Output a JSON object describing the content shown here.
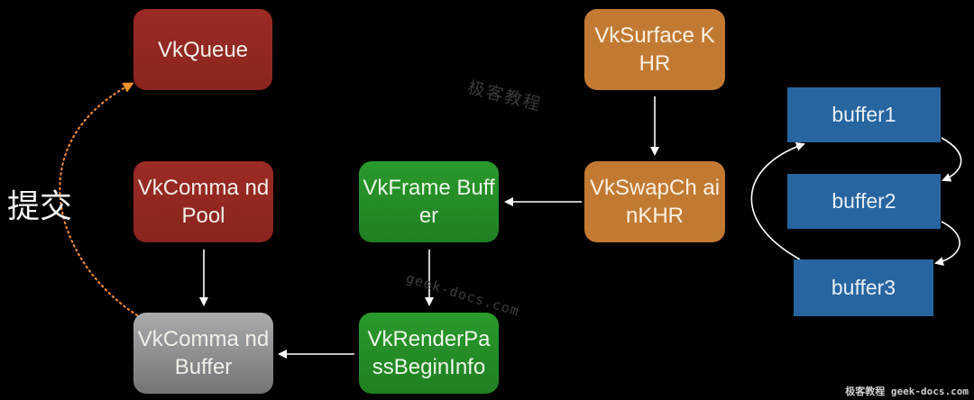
{
  "diagram": {
    "nodes": [
      {
        "id": "q",
        "label": "VkQueue",
        "color": "#952822"
      },
      {
        "id": "pool",
        "label": "VkCommandPool",
        "color": "#952822"
      },
      {
        "id": "cb",
        "label": "VkCommandBuffer",
        "color": "#8c8e90"
      },
      {
        "id": "fb",
        "label": "VkFrameBuffer",
        "color": "#238c26"
      },
      {
        "id": "rp",
        "label": "VkRenderPassBeginInfo",
        "color": "#238c26"
      },
      {
        "id": "surf",
        "label": "VkSurfaceKHR",
        "color": "#c27a33"
      },
      {
        "id": "sc",
        "label": "VkSwapChainKHR",
        "color": "#c27a33"
      },
      {
        "id": "b1",
        "label": "buffer1",
        "color": "#2765a0"
      },
      {
        "id": "b2",
        "label": "buffer2",
        "color": "#2765a0"
      },
      {
        "id": "b3",
        "label": "buffer3",
        "color": "#2765a0"
      }
    ],
    "display_labels": {
      "q": "VkQueue",
      "pool": "VkComma ndPool",
      "cb": "VkComma ndBuffer",
      "fb": "VkFrame Buffer",
      "rp": "VkRenderPa ssBeginInfo",
      "surf": "VkSurface KHR",
      "sc": "VkSwapCh ainKHR",
      "b1": "buffer1",
      "b2": "buffer2",
      "b3": "buffer3"
    },
    "edges": [
      {
        "from": "pool",
        "to": "cb",
        "style": "solid",
        "color": "#ffffff"
      },
      {
        "from": "fb",
        "to": "rp",
        "style": "solid",
        "color": "#ffffff"
      },
      {
        "from": "rp",
        "to": "cb",
        "style": "solid",
        "color": "#ffffff"
      },
      {
        "from": "surf",
        "to": "sc",
        "style": "solid",
        "color": "#ffffff"
      },
      {
        "from": "sc",
        "to": "fb",
        "style": "solid",
        "color": "#ffffff"
      },
      {
        "from": "cb",
        "to": "q",
        "style": "dotted",
        "color": "#e8873a",
        "label": "提交"
      },
      {
        "from": "b1",
        "to": "b2",
        "style": "curved",
        "color": "#ffffff"
      },
      {
        "from": "b2",
        "to": "b3",
        "style": "curved",
        "color": "#ffffff"
      },
      {
        "from": "b3",
        "to": "b1",
        "style": "curved",
        "color": "#ffffff"
      }
    ],
    "submit_label": "提交"
  },
  "watermarks": {
    "center_cn": "极客教程",
    "center_url": "geek-docs.com",
    "corner": "极客教程 geek-docs.com"
  }
}
